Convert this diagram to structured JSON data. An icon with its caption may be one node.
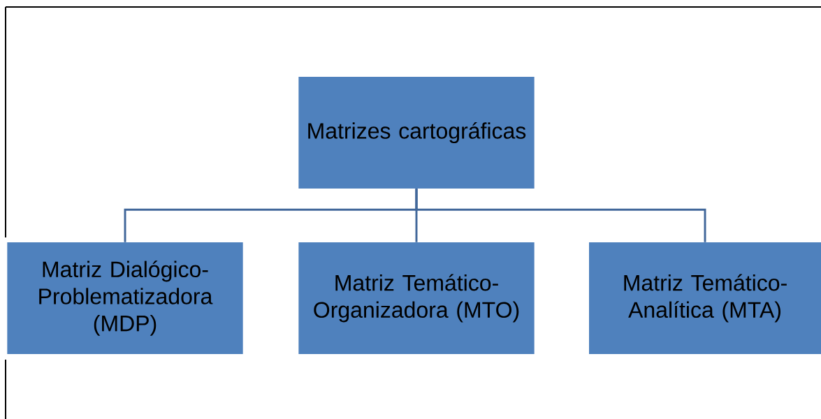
{
  "diagram": {
    "nodes": [
      {
        "text": [
          "Matrizes cartográficas"
        ]
      },
      {
        "text": [
          "Matriz Dialógico-Problematizadora (MDP)"
        ]
      },
      {
        "text": [
          "Matriz Temático-Organizadora (MTO)"
        ]
      },
      {
        "text": [
          "Matriz Temático-Analítica (MTA)"
        ]
      }
    ],
    "edges": [
      {
        "from": 0,
        "to": 1,
        "arrow": "none"
      },
      {
        "from": 0,
        "to": 2,
        "arrow": "none"
      },
      {
        "from": 0,
        "to": 3,
        "arrow": "none"
      }
    ]
  }
}
